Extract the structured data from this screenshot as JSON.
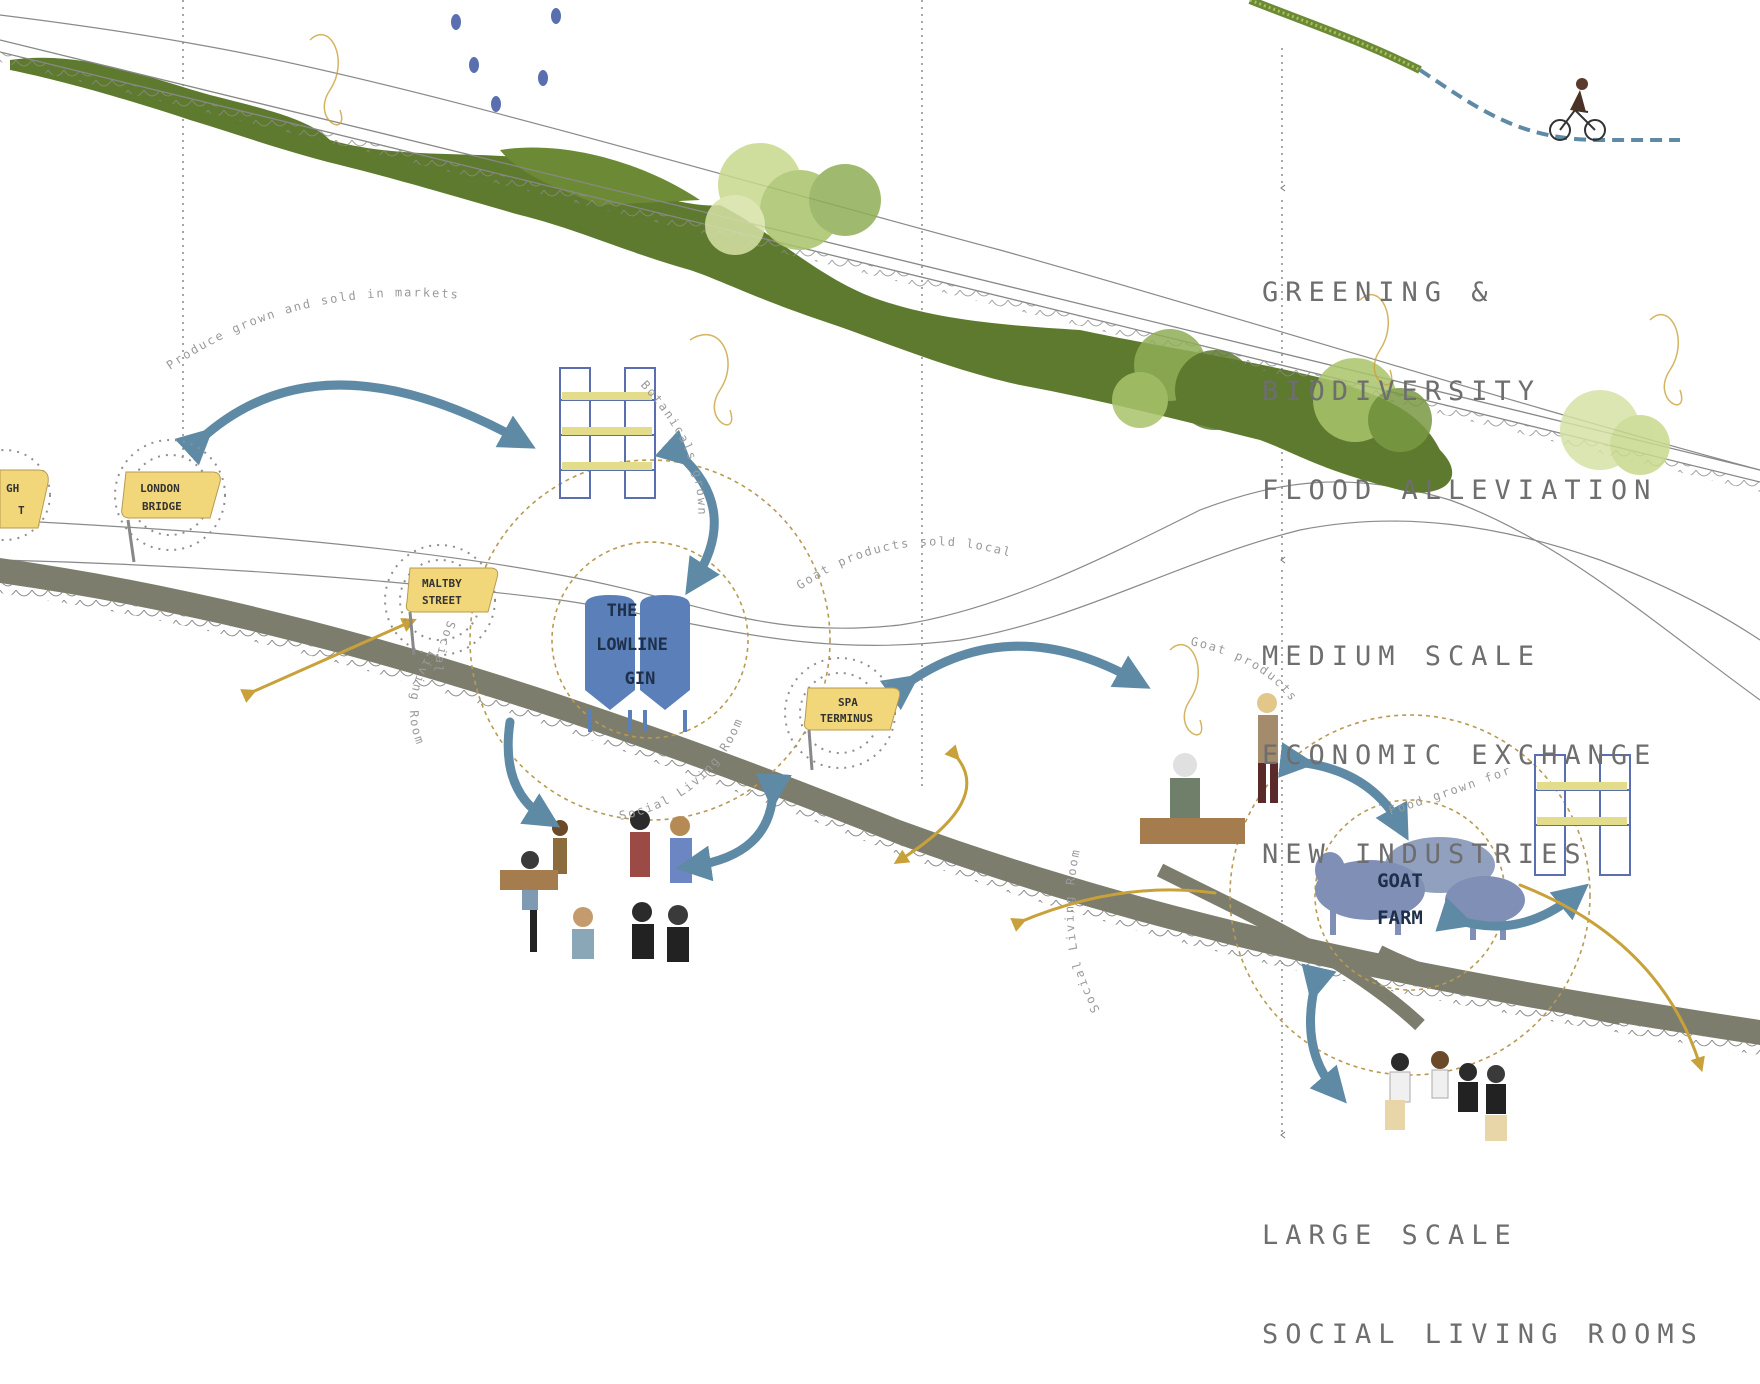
{
  "headings": {
    "greening": [
      "GREENING &",
      "BIODIVERSITY",
      "FLOOD ALLEVIATION"
    ],
    "economic": [
      "MEDIUM SCALE",
      "ECONOMIC EXCHANGE",
      "NEW INDUSTRIES"
    ],
    "social": [
      "LARGE SCALE",
      "SOCIAL LIVING ROOMS"
    ]
  },
  "stations": {
    "left_partial": [
      "GH",
      "T"
    ],
    "london_bridge": [
      "LONDON",
      "BRIDGE"
    ],
    "maltby_street": [
      "MALTBY",
      "STREET"
    ],
    "spa_terminus": [
      "SPA",
      "TERMINUS"
    ]
  },
  "hubs": {
    "gin": [
      "THE",
      "LOWLINE",
      "GIN"
    ],
    "goat": [
      "GOAT",
      "FARM"
    ]
  },
  "flow_labels": {
    "produce": "Produce grown and sold in markets",
    "botanicals": "Botanicals grown",
    "goat_products_local": "Goat products sold local",
    "goat_products": "Goat products",
    "grown_for_goats": "Food grown for goats",
    "social_left_a": "Social",
    "social_left_b": "Living Room",
    "social_left_c": "Social Living Room",
    "social_right": "Social Living Room"
  },
  "colors": {
    "green": "#5e7a2e",
    "blue_arrow": "#5f8aa6",
    "gold": "#c9a13a",
    "label_yellow": "#f2d77a",
    "tank_blue": "#5b7fb8",
    "goat_blue": "#7f8fb5",
    "viaduct": "#7d7d6e"
  }
}
